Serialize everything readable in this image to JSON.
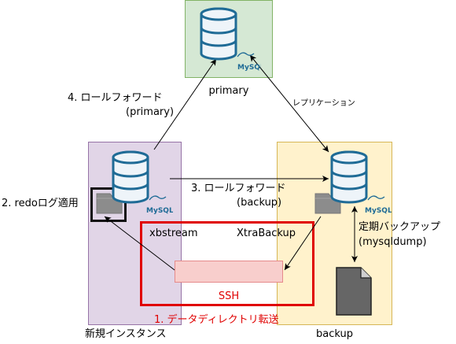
{
  "nodes": {
    "primary": {
      "label": "primary"
    },
    "new_instance": {
      "label": "新規インスタンス"
    },
    "backup": {
      "label": "backup"
    },
    "ssh": {
      "label": "SSH"
    }
  },
  "db_logo": {
    "text": "MySQL"
  },
  "edges": {
    "replication": {
      "label": "レプリケーション"
    },
    "rollforward_primary": {
      "line1": "4. ロールフォワード",
      "line2": "(primary)"
    },
    "rollforward_backup": {
      "line1": "3. ロールフォワード",
      "line2": "(backup)"
    },
    "redo_apply": {
      "label": "2. redoログ適用"
    },
    "xbstream": {
      "label": "xbstream"
    },
    "xtrabackup": {
      "label": "XtraBackup"
    },
    "periodic_backup": {
      "line1": "定期バックアップ",
      "line2": "(mysqldump)"
    },
    "copy_datadir": {
      "label": "1. データディレクトリ転送"
    }
  },
  "colors": {
    "primary_fill": "#d5e8d4",
    "primary_stroke": "#82b366",
    "new_fill": "#e1d5e7",
    "new_stroke": "#9673a6",
    "backup_fill": "#fff2cc",
    "backup_stroke": "#d6b656",
    "ssh_fill": "#f8cecc",
    "ssh_stroke": "#e58a8a",
    "highlight_red": "#e00000",
    "db_blue": "#1f6b96",
    "db_light": "#eef4f9",
    "folder_gray": "#8c8c8c"
  }
}
